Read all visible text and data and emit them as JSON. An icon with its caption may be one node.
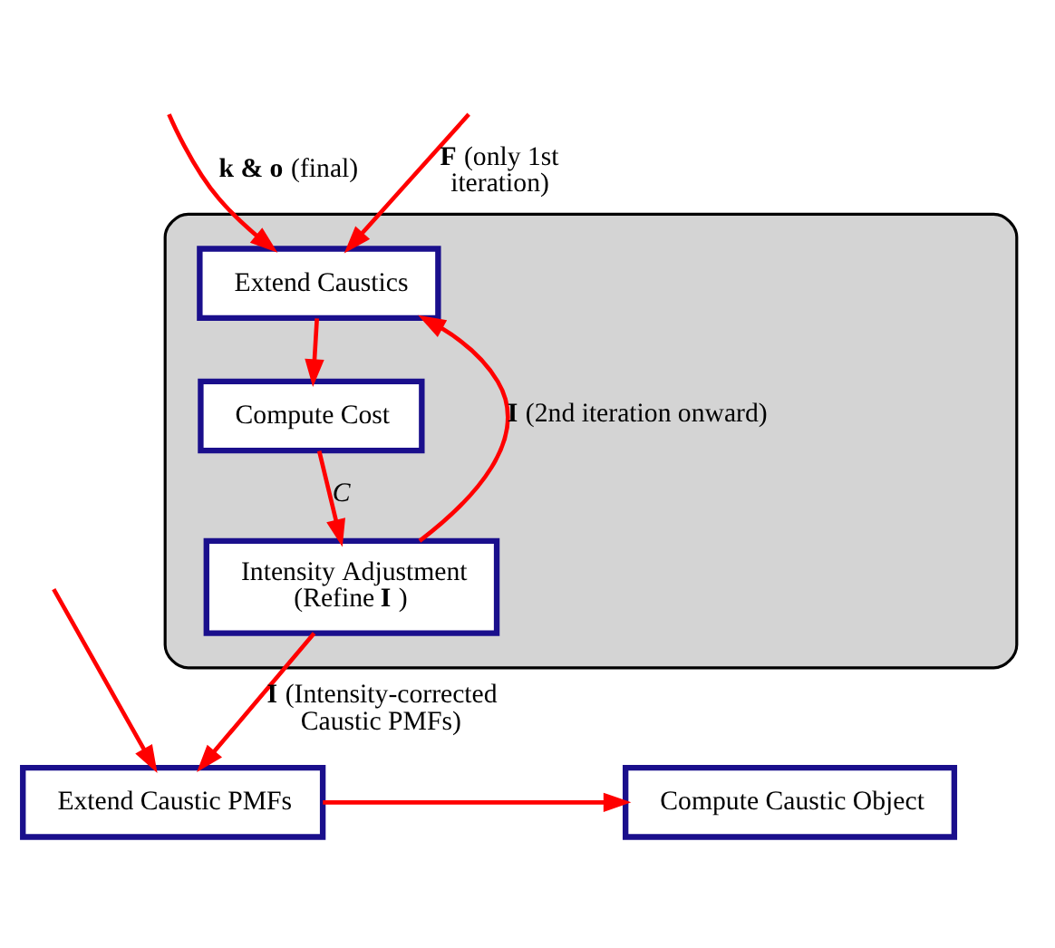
{
  "diagram": {
    "nodes": [
      {
        "text": [],
        "shape": "box"
      },
      {
        "text": [
          "Extend Caustics"
        ],
        "in": 0
      },
      {
        "text": [
          "Compute Cost"
        ],
        "in": 0
      },
      {
        "text": [
          "Intensity Adjustment (Refine **I** )"
        ],
        "in": 0
      },
      {
        "text": [
          "Extend Caustic PMFs"
        ]
      },
      {
        "text": [
          "Compute Caustic Object"
        ]
      }
    ],
    "edges": [
      {
        "from": null,
        "to": 1,
        "arrow": "to",
        "label": "**F** (only 1st iteration)"
      },
      {
        "from": null,
        "to": 1,
        "arrow": "to",
        "label": "**k & o** (final)"
      },
      {
        "from": 1,
        "to": 2,
        "arrow": "to"
      },
      {
        "from": 2,
        "to": 3,
        "arrow": "to",
        "label": "*C*"
      },
      {
        "from": 3,
        "to": 1,
        "arrow": "to",
        "label": "**I** (2nd iteration onward)"
      },
      {
        "from": null,
        "to": 4,
        "arrow": "to"
      },
      {
        "from": 3,
        "to": 4,
        "arrow": "to",
        "label": "**I** (Intensity-corrected Caustic PMFs)"
      },
      {
        "from": 4,
        "to": 5,
        "arrow": "to"
      }
    ]
  }
}
